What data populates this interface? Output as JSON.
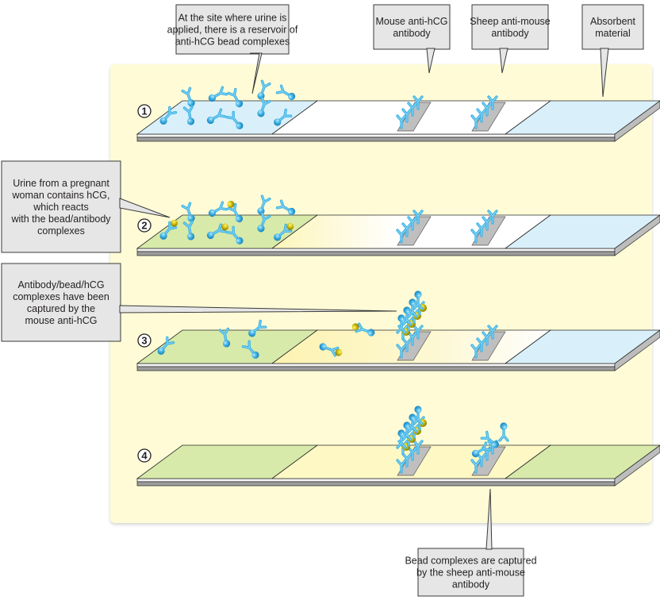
{
  "figure": {
    "title": "hCG pregnancy test strip",
    "colors": {
      "panel_background": "#fefbd6",
      "callout_fill": "#e6e6e6",
      "callout_stroke": "#3a3a3a",
      "antibody_blue": "#3fb4e5",
      "antibody_dark": "#1e8fc8",
      "hcg_yellow": "#c9b800",
      "pad_blue": "#d9f0fa",
      "pad_green": "#d7eaa9",
      "pad_yellow_fade": "#fdf7c8",
      "capture_zone_grey": "#bfbfbf",
      "strip_edge_grey": "#9d9d9d"
    }
  },
  "callouts": {
    "reservoir": [
      "At the site where urine is",
      "applied, there is a reservoir of",
      "anti-hCG bead complexes"
    ],
    "mouse_antibody": [
      "Mouse anti-hCG",
      "antibody"
    ],
    "sheep_antibody": [
      "Sheep anti-mouse",
      "antibody"
    ],
    "absorbent": [
      "Absorbent",
      "material"
    ],
    "urine": [
      "Urine from a pregnant",
      "woman contains hCG,",
      "which reacts",
      "with the bead/antibody",
      "complexes"
    ],
    "captured_mouse": [
      "Antibody/bead/hCG",
      "complexes have been",
      "captured by the",
      "mouse anti-hCG"
    ],
    "captured_sheep": [
      "Bead complexes are captured",
      "by the sheep anti-mouse",
      "antibody"
    ]
  },
  "steps": [
    {
      "number": "1",
      "label": "step-1",
      "sample_pad": "blue",
      "middle": "white",
      "end_pad": "blue"
    },
    {
      "number": "2",
      "label": "step-2",
      "sample_pad": "green",
      "middle": "yellow-fade",
      "end_pad": "blue"
    },
    {
      "number": "3",
      "label": "step-3",
      "sample_pad": "green",
      "middle": "yellow-fade-long",
      "end_pad": "blue"
    },
    {
      "number": "4",
      "label": "step-4",
      "sample_pad": "green",
      "middle": "yellow",
      "end_pad": "green"
    }
  ]
}
